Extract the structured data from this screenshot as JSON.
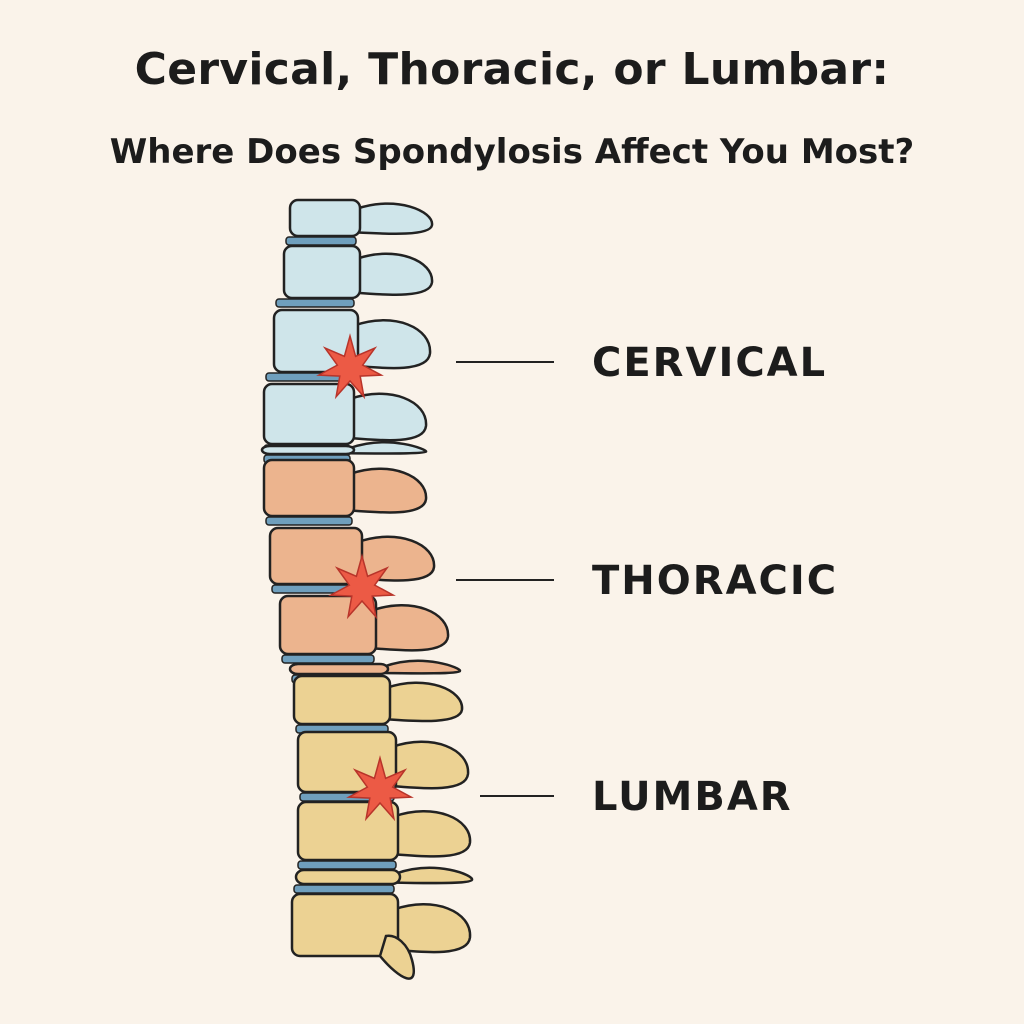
{
  "header": {
    "title": "Cervical, Thoracic, or Lumbar:",
    "subtitle": "Where Does Spondylosis Affect You Most?"
  },
  "regions": [
    {
      "key": "cervical",
      "label": "CERVICAL",
      "fill": "#cfe5ea",
      "disc": "#6f9fbd"
    },
    {
      "key": "thoracic",
      "label": "THORACIC",
      "fill": "#ecb48e",
      "disc": "#6f9fbd"
    },
    {
      "key": "lumbar",
      "label": "LUMBAR",
      "fill": "#ecd293",
      "disc": "#6f9fbd"
    }
  ],
  "colors": {
    "background": "#faf3ea",
    "outline": "#222222",
    "pain_marker": "#ec5a45"
  },
  "icons": {
    "pain_marker": "pain-star-icon"
  }
}
